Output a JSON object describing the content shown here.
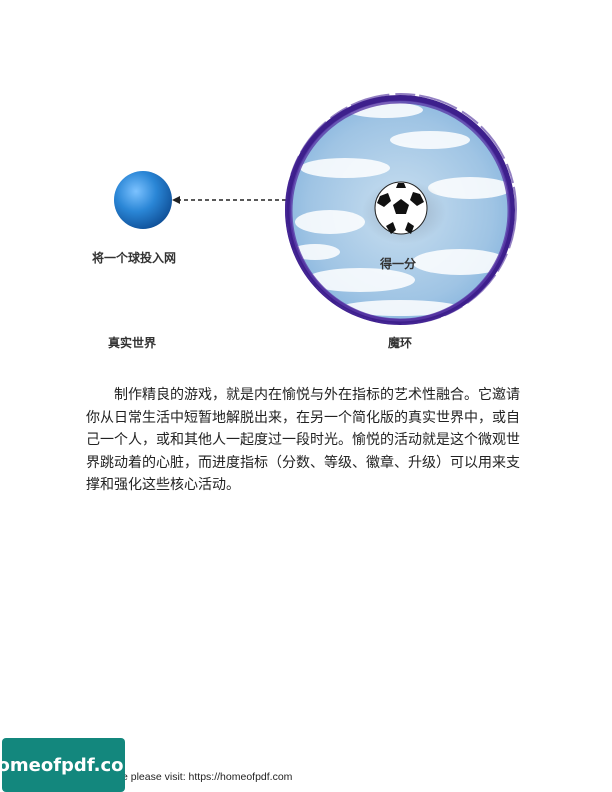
{
  "diagram": {
    "left_caption": "将一个球投入网",
    "center_caption": "得一分",
    "real_world_label": "真实世界",
    "magic_circle_label": "魔环"
  },
  "paragraph_lines": [
    "制作精良的游戏，就是内在愉悦与外在指标的艺术性融合。它邀请",
    "你从日常生活中短暂地解脱出来，在另一个简化版的真实世界中，或自",
    "己一个人，或和其他人一起度过一段时光。愉悦的活动就是这个微观世",
    "界跳动着的心脏，而进度指标（分数、等级、徽章、升级）可以用来支",
    "撑和强化这些核心活动。"
  ],
  "footer": {
    "badge_text": "homeofpdf.com",
    "note": "e please visit: https://homeofpdf.com"
  },
  "colors": {
    "ball_blue": "#2a86d6",
    "ring_purple": "#4a2a9a",
    "badge_teal": "#13877d"
  }
}
